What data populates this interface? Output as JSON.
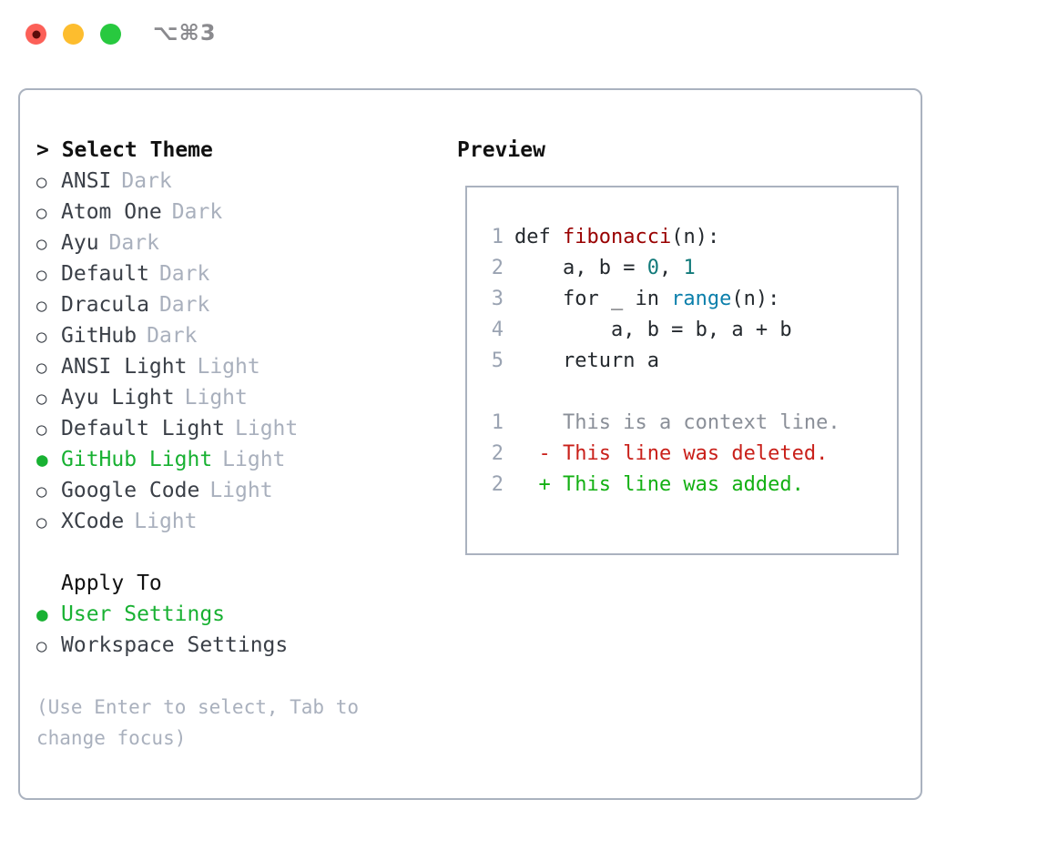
{
  "titlebar": {
    "shortcut": "⌥⌘3",
    "lights": [
      "close-red",
      "minimize-yellow",
      "maximize-green"
    ]
  },
  "theme_picker": {
    "title": "> Select Theme",
    "items": [
      {
        "name": "ANSI",
        "tag": "Dark",
        "selected": false
      },
      {
        "name": "Atom One",
        "tag": "Dark",
        "selected": false
      },
      {
        "name": "Ayu",
        "tag": "Dark",
        "selected": false
      },
      {
        "name": "Default",
        "tag": "Dark",
        "selected": false
      },
      {
        "name": "Dracula",
        "tag": "Dark",
        "selected": false
      },
      {
        "name": "GitHub",
        "tag": "Dark",
        "selected": false
      },
      {
        "name": "ANSI Light",
        "tag": "Light",
        "selected": false
      },
      {
        "name": "Ayu Light",
        "tag": "Light",
        "selected": false
      },
      {
        "name": "Default Light",
        "tag": "Light",
        "selected": false
      },
      {
        "name": "GitHub Light",
        "tag": "Light",
        "selected": true
      },
      {
        "name": "Google Code",
        "tag": "Light",
        "selected": false
      },
      {
        "name": "XCode",
        "tag": "Light",
        "selected": false
      }
    ]
  },
  "apply_to": {
    "title": "Apply To",
    "options": [
      {
        "name": "User Settings",
        "selected": true
      },
      {
        "name": "Workspace Settings",
        "selected": false
      }
    ]
  },
  "hint": "(Use Enter to select, Tab to change focus)",
  "preview": {
    "title": "Preview",
    "code_lines": [
      {
        "n": "1",
        "segments": [
          {
            "t": "def ",
            "c": "code"
          },
          {
            "t": "fibonacci",
            "c": "tok-fn"
          },
          {
            "t": "(n):",
            "c": "code"
          }
        ]
      },
      {
        "n": "2",
        "segments": [
          {
            "t": "    a, b = ",
            "c": "code"
          },
          {
            "t": "0",
            "c": "tok-num"
          },
          {
            "t": ", ",
            "c": "code"
          },
          {
            "t": "1",
            "c": "tok-num"
          }
        ]
      },
      {
        "n": "3",
        "segments": [
          {
            "t": "    for _ in ",
            "c": "code"
          },
          {
            "t": "range",
            "c": "tok-call"
          },
          {
            "t": "(n):",
            "c": "code"
          }
        ]
      },
      {
        "n": "4",
        "segments": [
          {
            "t": "        a, b = b, a + b",
            "c": "code"
          }
        ]
      },
      {
        "n": "5",
        "segments": [
          {
            "t": "    return a",
            "c": "code"
          }
        ]
      }
    ],
    "diff_lines": [
      {
        "n": "1",
        "marker": "  ",
        "text": "This is a context line.",
        "kind": "d-ctx"
      },
      {
        "n": "2",
        "marker": "- ",
        "text": "This line was deleted.",
        "kind": "d-del"
      },
      {
        "n": "2",
        "marker": "+ ",
        "text": "This line was added.",
        "kind": "d-add"
      }
    ]
  },
  "colors": {
    "accent_green": "#18b132",
    "muted": "#a9b0bd",
    "text": "#3b4048",
    "border": "#aab2bf",
    "diff_add": "#13b013",
    "diff_del": "#c9201a",
    "fn_red": "#990000",
    "num_teal": "#117a7a",
    "call_blue": "#0b7fab"
  }
}
